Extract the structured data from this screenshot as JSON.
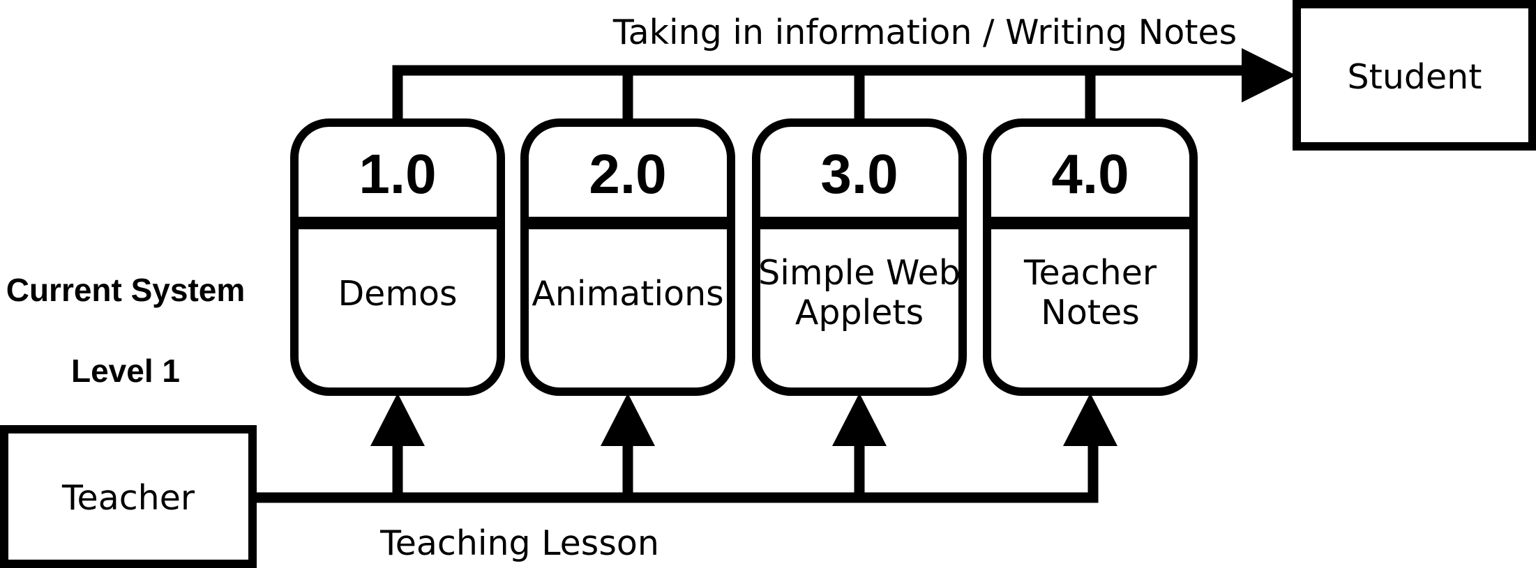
{
  "title": {
    "line1": "Current System",
    "line2": "Level 1"
  },
  "entities": {
    "teacher": "Teacher",
    "student": "Student"
  },
  "processes": [
    {
      "number": "1.0",
      "label_lines": [
        "Demos"
      ]
    },
    {
      "number": "2.0",
      "label_lines": [
        "Animations"
      ]
    },
    {
      "number": "3.0",
      "label_lines": [
        "Simple Web",
        "Applets"
      ]
    },
    {
      "number": "4.0",
      "label_lines": [
        "Teacher",
        "Notes"
      ]
    }
  ],
  "flows": {
    "outgoing": "Taking in information / Writing Notes",
    "incoming": "Teaching Lesson"
  }
}
